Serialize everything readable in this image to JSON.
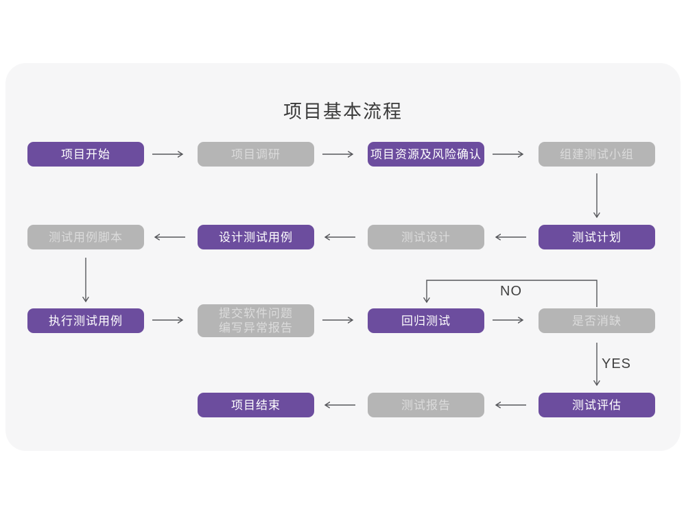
{
  "title": "项目基本流程",
  "labels": {
    "no": "NO",
    "yes": "YES"
  },
  "colors": {
    "purple_node": "#6c4d9e",
    "gray_node": "#b5b5b5",
    "card_background": "#f6f6f7",
    "page_background": "#ffffff",
    "arrow": "#55565a",
    "title_text": "#3a3a3a"
  },
  "nodes": [
    {
      "id": "project-start",
      "label": "项目开始",
      "variant": "purple"
    },
    {
      "id": "project-research",
      "label": "项目调研",
      "variant": "gray"
    },
    {
      "id": "project-resources-risk",
      "label": "项目资源及风险确认",
      "variant": "purple"
    },
    {
      "id": "build-test-team",
      "label": "组建测试小组",
      "variant": "gray"
    },
    {
      "id": "test-plan",
      "label": "测试计划",
      "variant": "purple"
    },
    {
      "id": "test-design",
      "label": "测试设计",
      "variant": "gray"
    },
    {
      "id": "design-test-cases",
      "label": "设计测试用例",
      "variant": "purple"
    },
    {
      "id": "test-case-scripts",
      "label": "测试用例脚本",
      "variant": "gray"
    },
    {
      "id": "execute-test-cases",
      "label": "执行测试用例",
      "variant": "purple"
    },
    {
      "id": "submit-issues-report",
      "label": "提交软件问题\n编写异常报告",
      "variant": "gray"
    },
    {
      "id": "regression-test",
      "label": "回归测试",
      "variant": "purple"
    },
    {
      "id": "defect-cleared",
      "label": "是否消缺",
      "variant": "gray"
    },
    {
      "id": "test-evaluation",
      "label": "测试评估",
      "variant": "purple"
    },
    {
      "id": "test-report",
      "label": "测试报告",
      "variant": "gray"
    },
    {
      "id": "project-end",
      "label": "项目结束",
      "variant": "purple"
    }
  ],
  "edges": [
    {
      "from": "项目开始",
      "to": "项目调研"
    },
    {
      "from": "项目调研",
      "to": "项目资源及风险确认"
    },
    {
      "from": "项目资源及风险确认",
      "to": "组建测试小组"
    },
    {
      "from": "组建测试小组",
      "to": "测试计划"
    },
    {
      "from": "测试计划",
      "to": "测试设计"
    },
    {
      "from": "测试设计",
      "to": "设计测试用例"
    },
    {
      "from": "设计测试用例",
      "to": "测试用例脚本"
    },
    {
      "from": "测试用例脚本",
      "to": "执行测试用例"
    },
    {
      "from": "执行测试用例",
      "to": "提交软件问题 编写异常报告"
    },
    {
      "from": "提交软件问题 编写异常报告",
      "to": "回归测试"
    },
    {
      "from": "回归测试",
      "to": "是否消缺"
    },
    {
      "from": "是否消缺",
      "to": "回归测试",
      "label": "NO"
    },
    {
      "from": "是否消缺",
      "to": "测试评估",
      "label": "YES"
    },
    {
      "from": "测试评估",
      "to": "测试报告"
    },
    {
      "from": "测试报告",
      "to": "项目结束"
    }
  ]
}
